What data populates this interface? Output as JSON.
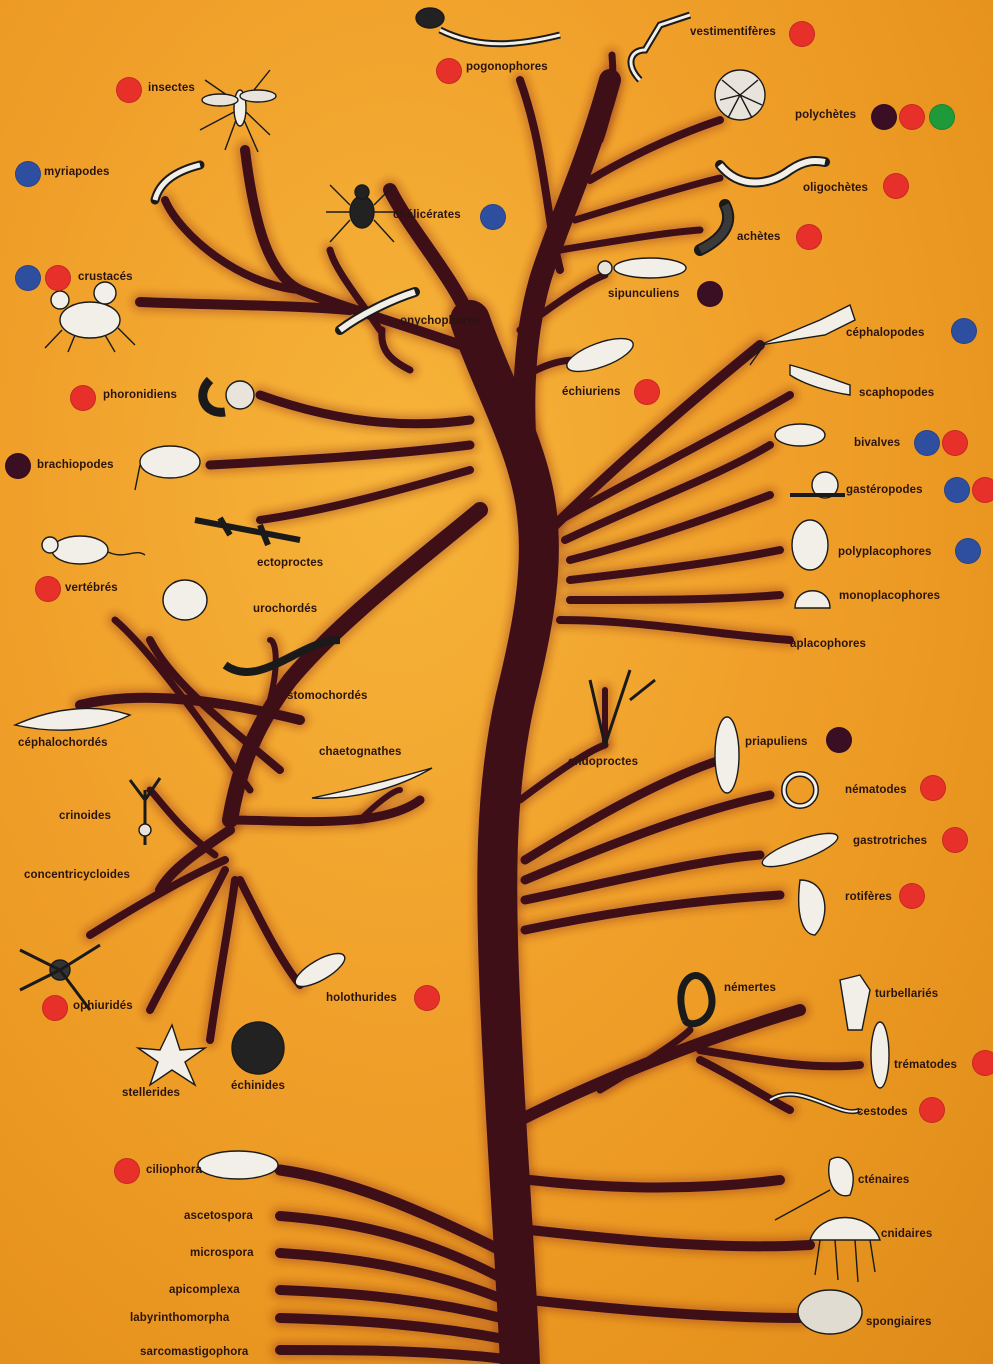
{
  "colors": {
    "red": "#e8302a",
    "blue": "#2e4fa0",
    "green": "#1f9a3a",
    "dark": "#3a0f24",
    "trunk": "#3e0f16"
  },
  "taxa": [
    {
      "id": "vestimentiferes",
      "label": "vestimentifères",
      "dots": [
        "red"
      ]
    },
    {
      "id": "pogonophores",
      "label": "pogonophores",
      "dots": [
        "red"
      ]
    },
    {
      "id": "insectes",
      "label": "insectes",
      "dots": [
        "red"
      ]
    },
    {
      "id": "polychetes",
      "label": "polychètes",
      "dots": [
        "dark",
        "red",
        "green"
      ]
    },
    {
      "id": "myriapodes",
      "label": "myriapodes",
      "dots": [
        "blue"
      ]
    },
    {
      "id": "oligochetes",
      "label": "oligochètes",
      "dots": [
        "red"
      ]
    },
    {
      "id": "chelicerates",
      "label": "chélicérates",
      "dots": [
        "blue"
      ]
    },
    {
      "id": "achetes",
      "label": "achètes",
      "dots": [
        "red"
      ]
    },
    {
      "id": "crustaces",
      "label": "crustacés",
      "dots": [
        "blue",
        "red"
      ]
    },
    {
      "id": "sipunculiens",
      "label": "sipunculiens",
      "dots": [
        "dark"
      ]
    },
    {
      "id": "onychophores",
      "label": "onychophores",
      "dots": []
    },
    {
      "id": "cephalopodes",
      "label": "céphalopodes",
      "dots": [
        "blue"
      ]
    },
    {
      "id": "phoronidiens",
      "label": "phoronidiens",
      "dots": [
        "red"
      ]
    },
    {
      "id": "echiuriens",
      "label": "échiuriens",
      "dots": [
        "red"
      ]
    },
    {
      "id": "scaphopodes",
      "label": "scaphopodes",
      "dots": []
    },
    {
      "id": "brachiopodes",
      "label": "brachiopodes",
      "dots": [
        "dark"
      ]
    },
    {
      "id": "bivalves",
      "label": "bivalves",
      "dots": [
        "blue",
        "red"
      ]
    },
    {
      "id": "gasteropodes",
      "label": "gastéropodes",
      "dots": [
        "blue",
        "red"
      ]
    },
    {
      "id": "ectoproctes",
      "label": "ectoproctes",
      "dots": []
    },
    {
      "id": "polyplacophores",
      "label": "polyplacophores",
      "dots": [
        "blue"
      ]
    },
    {
      "id": "vertebres",
      "label": "vertébrés",
      "dots": [
        "red"
      ]
    },
    {
      "id": "urochordes",
      "label": "urochordés",
      "dots": []
    },
    {
      "id": "monoplacophores",
      "label": "monoplacophores",
      "dots": []
    },
    {
      "id": "aplacophores",
      "label": "aplacophores",
      "dots": []
    },
    {
      "id": "stomochordes",
      "label": "stomochordés",
      "dots": []
    },
    {
      "id": "endoproctes",
      "label": "endoproctes",
      "dots": []
    },
    {
      "id": "priapuliens",
      "label": "priapuliens",
      "dots": [
        "dark"
      ]
    },
    {
      "id": "cephalochordes",
      "label": "céphalochordés",
      "dots": []
    },
    {
      "id": "chaetognathes",
      "label": "chaetognathes",
      "dots": []
    },
    {
      "id": "nematodes",
      "label": "nématodes",
      "dots": [
        "red"
      ]
    },
    {
      "id": "crinoides",
      "label": "crinoides",
      "dots": []
    },
    {
      "id": "gastrotriches",
      "label": "gastrotriches",
      "dots": [
        "red"
      ]
    },
    {
      "id": "concentricycloides",
      "label": "concentricycloides",
      "dots": []
    },
    {
      "id": "rotiferes",
      "label": "rotifères",
      "dots": [
        "red"
      ]
    },
    {
      "id": "nemertes",
      "label": "némertes",
      "dots": []
    },
    {
      "id": "turbellaries",
      "label": "turbellariés",
      "dots": []
    },
    {
      "id": "ophiurides",
      "label": "ophiuridés",
      "dots": [
        "red"
      ]
    },
    {
      "id": "holothurides",
      "label": "holothurides",
      "dots": [
        "red"
      ]
    },
    {
      "id": "trematodes",
      "label": "trématodes",
      "dots": [
        "red"
      ]
    },
    {
      "id": "stellerides",
      "label": "stellerides",
      "dots": []
    },
    {
      "id": "echinides",
      "label": "échinides",
      "dots": []
    },
    {
      "id": "cestodes",
      "label": "cestodes",
      "dots": [
        "red"
      ]
    },
    {
      "id": "ciliophora",
      "label": "ciliophora",
      "dots": [
        "red"
      ]
    },
    {
      "id": "ctenaires",
      "label": "cténaires",
      "dots": []
    },
    {
      "id": "ascetospora",
      "label": "ascetospora",
      "dots": []
    },
    {
      "id": "cnidaires",
      "label": "cnidaires",
      "dots": []
    },
    {
      "id": "microspora",
      "label": "microspora",
      "dots": []
    },
    {
      "id": "apicomplexa",
      "label": "apicomplexa",
      "dots": []
    },
    {
      "id": "labyrinthomorpha",
      "label": "labyrinthomorpha",
      "dots": []
    },
    {
      "id": "spongiaires",
      "label": "spongiaires",
      "dots": []
    },
    {
      "id": "sarcomastigophora",
      "label": "sarcomastigophora",
      "dots": []
    }
  ]
}
